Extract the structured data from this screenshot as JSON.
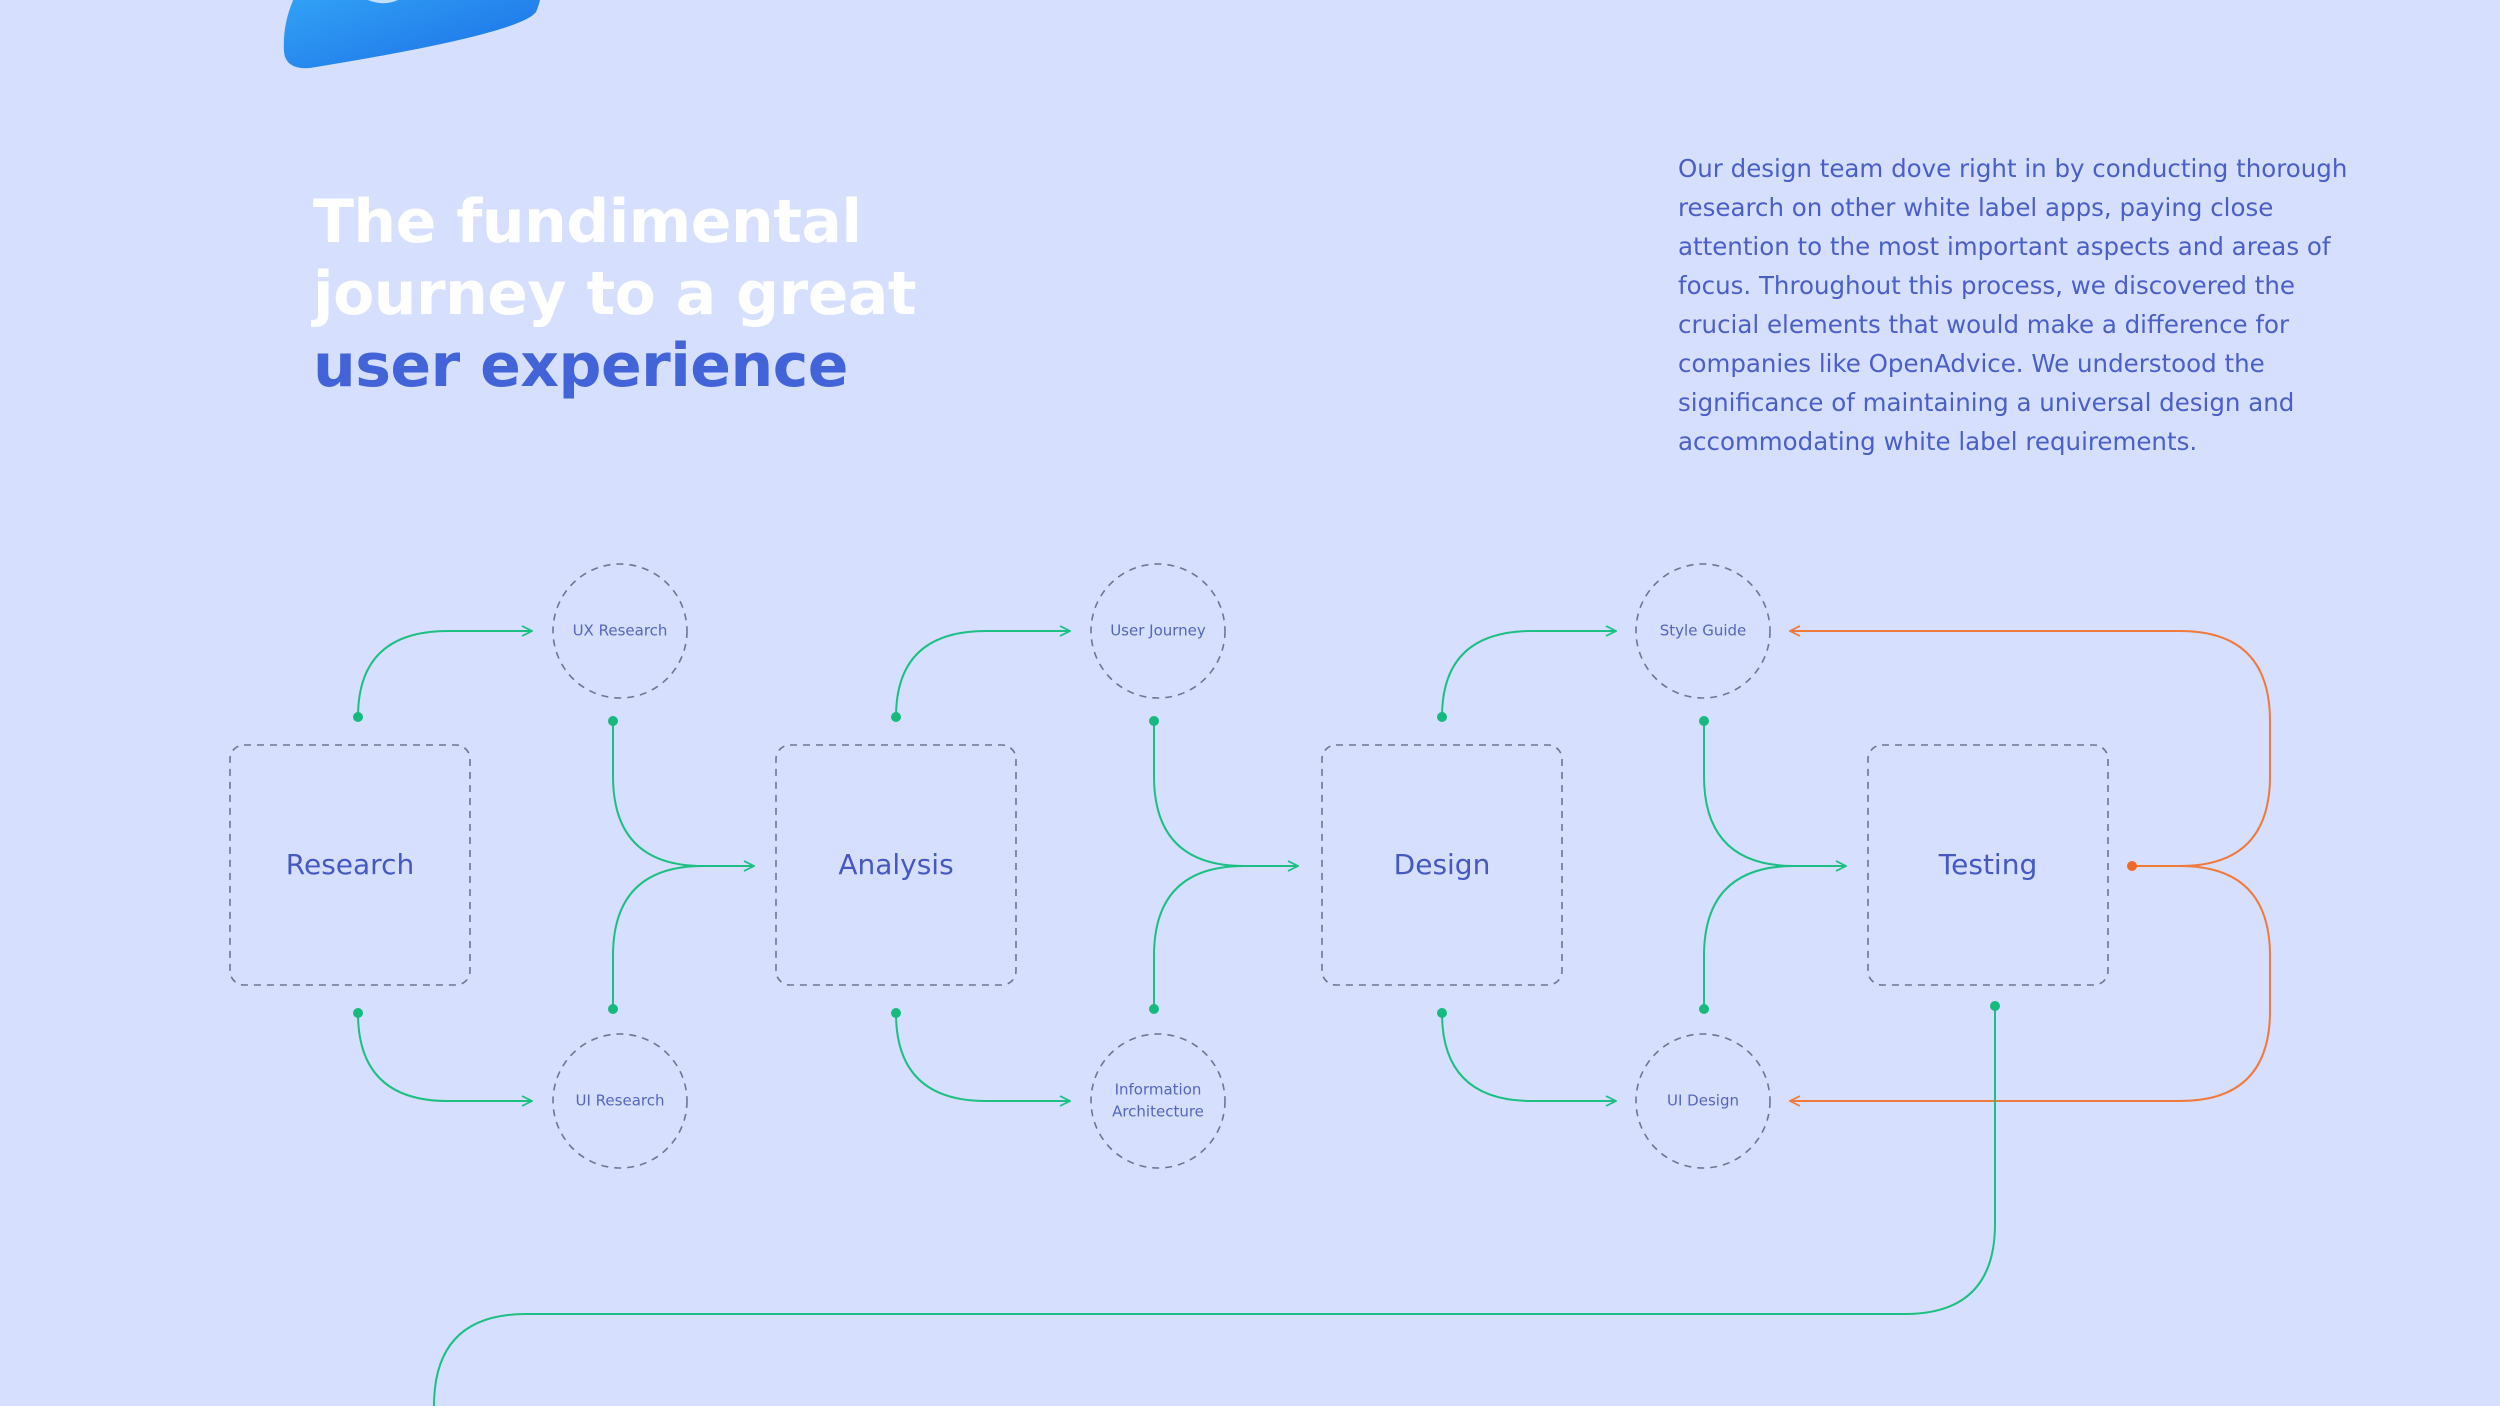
{
  "headline": {
    "line1": "The fundimental",
    "line2": "journey to a great",
    "accent": "user experience"
  },
  "intro": {
    "lines": [
      "Our design team dove right in by conducting thorough",
      "research on other white label apps, paying close",
      "attention to the most important aspects and areas of",
      "focus. Throughout this process, we discovered the",
      "crucial elements that would make a difference for",
      "companies like OpenAdvice. We understood the",
      "significance of maintaining a universal design and",
      "accommodating white label requirements."
    ]
  },
  "stages": [
    {
      "label": "Research"
    },
    {
      "label": "Analysis"
    },
    {
      "label": "Design"
    },
    {
      "label": "Testing"
    }
  ],
  "substeps": [
    {
      "top": [
        "UX Research"
      ],
      "bottom": [
        "UI Research"
      ]
    },
    {
      "top": [
        "User Journey"
      ],
      "bottom": [
        "Information",
        "Architecture"
      ]
    },
    {
      "top": [
        "Style Guide"
      ],
      "bottom": [
        "UI Design"
      ]
    }
  ],
  "colors": {
    "background": "#d6dffd",
    "headline": "#ffffff",
    "accent": "#4363d8",
    "body_text": "#4a5fc8",
    "flow_green": "#1dbf83",
    "feedback_orange": "#f07a3d",
    "dashed_outline": "#6e7598"
  },
  "icons": {
    "logo": "blue-3d-logo-icon"
  }
}
